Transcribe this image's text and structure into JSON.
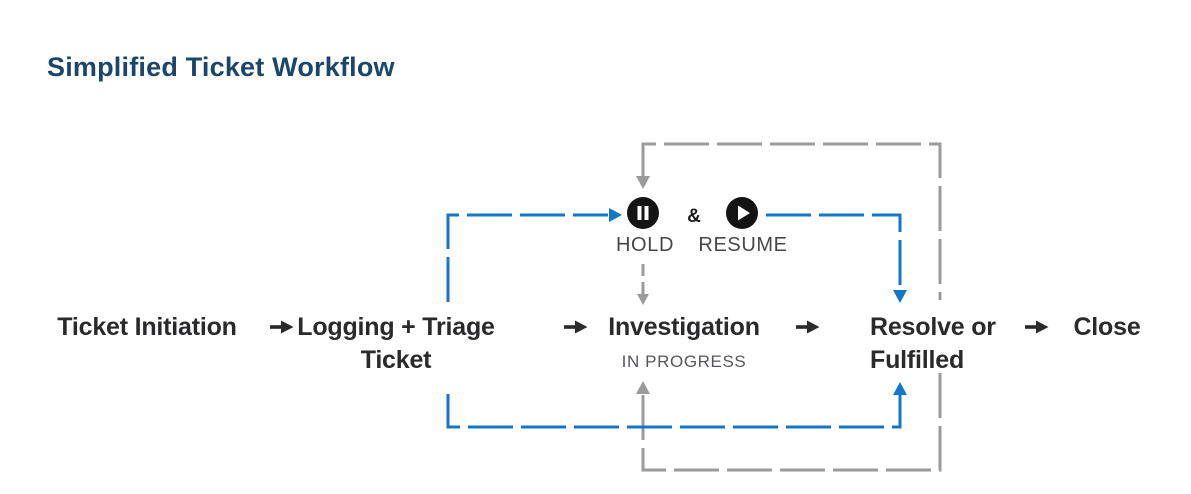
{
  "title": "Simplified Ticket Workflow",
  "flow": {
    "steps": [
      {
        "label": "Ticket Initiation"
      },
      {
        "label": "Logging + Triage",
        "label2": "Ticket"
      },
      {
        "label": "Investigation",
        "status": "IN PROGRESS"
      },
      {
        "label": "Resolve or",
        "label2": "Fulfilled"
      },
      {
        "label": "Close"
      }
    ]
  },
  "hold_resume": {
    "hold": "HOLD",
    "separator": "&",
    "resume": "RESUME"
  },
  "colors": {
    "title": "#1A466B",
    "label": "#2A2A2C",
    "status": "#56575B",
    "hold_resume_label": "#48484A",
    "blue_line": "#1376C8",
    "gray_line": "#9B9B9B",
    "icon_fill": "#141414"
  }
}
